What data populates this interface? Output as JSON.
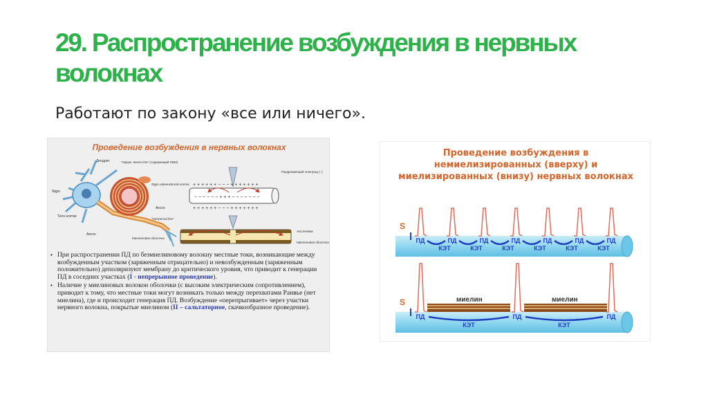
{
  "slide": {
    "title": "29. Распространение возбуждения в нервных волокнах",
    "subtitle": "Работают по закону «все или ничего»."
  },
  "left_figure": {
    "heading": "Проведение возбуждения в нервных волокнах",
    "labels": {
      "dendrite": "Дендрит",
      "nucleus": "Ядро",
      "cell_body": "Тело клетки",
      "axon_bottom": "Аксон",
      "schwann_nucleus": "Ядро шванновской клетки",
      "mesaxon": "“Наруж. мезон tina” (содержащий ОБМ)",
      "axon_mid": "Аксон",
      "myelin_sheath": "Миелиновая оболочка",
      "internode": "“interperiod line”",
      "stim_electrode": "Раздражающий электрод (−)",
      "axolemma": "Аксолемма",
      "myelin_label": "Миелиновая оболочка"
    },
    "text": {
      "p1_a": "При распространении ПД по безмиелиновому волокну местные токи, возникающие между возбужденным участком (заряженным отрицательно) и невозбужденным (заряженным положительно) деполяризуют мембрану до критического уровня, что приводит к генерации ПД в соседних участках (",
      "p1_hl": "I - непрерывное проведение",
      "p1_b": ").",
      "p2_a": "Наличие у миелиновых волокон оболочки (с высоким электрическим сопротивлением), приводит к тому, что местные токи могут возникать только между перехватами Ранвье (нет миелина), где и происходит генерация ПД. Возбуждение «перепрыгивает» через участки нервного волокна, покрытые миелином (",
      "p2_hl": "II – сальтаторное",
      "p2_b": ", скачкообразное проведение)."
    }
  },
  "right_figure": {
    "heading_line1": "Проведение возбуждения в",
    "heading_line2": "немиелизированных (вверху) и",
    "heading_line3": "миелизированных (внизу) нервных волокнах",
    "stimulus_label": "S",
    "ap_label": "ПД",
    "ket_label": "КЭТ",
    "myelin_label": "миелин"
  },
  "colors": {
    "title_green": "#2eb04a",
    "figure_orange": "#d2662c",
    "fiber_blue": "#8fd6f0",
    "current_blue": "#1f3fbf",
    "spike_red": "#e06a5a",
    "myelin_brown": "#8b4a1c"
  }
}
